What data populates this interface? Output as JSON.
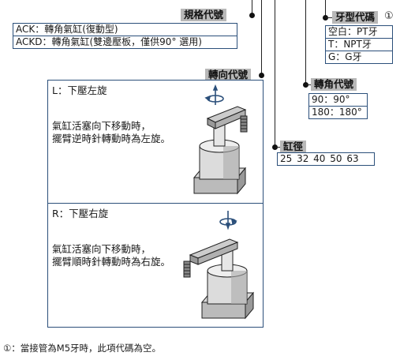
{
  "spec_code": {
    "label": "規格代號",
    "rows": [
      "ACK：轉角氣缸(復動型)",
      "ACKD：轉角氣缸(雙邊壓板，僅供90° 選用)"
    ]
  },
  "thread_code": {
    "label": "牙型代碼",
    "note_mark": "①",
    "rows": [
      "空白：PT牙",
      "T：NPT牙",
      "G：G牙"
    ]
  },
  "rotation_code": {
    "label": "轉向代號",
    "panels": [
      {
        "title": "L：下壓左旋",
        "line1": "氣缸活塞向下移動時，",
        "line2": "擺臂逆時針轉動時為左旋。"
      },
      {
        "title": "R：下壓右旋",
        "line1": "氣缸活塞向下移動時，",
        "line2": "擺臂順時針轉動時為右旋。"
      }
    ]
  },
  "angle_code": {
    "label": "轉角代號",
    "rows": [
      "90：90°",
      "180：180°"
    ]
  },
  "bore": {
    "label": "缸徑",
    "values": "25 32 40 50 63"
  },
  "footnote": "①：當接管為M5牙時，此項代碼為空。",
  "colors": {
    "box_border": "#2b4f7a",
    "label_bg": "#b8b8b8"
  }
}
